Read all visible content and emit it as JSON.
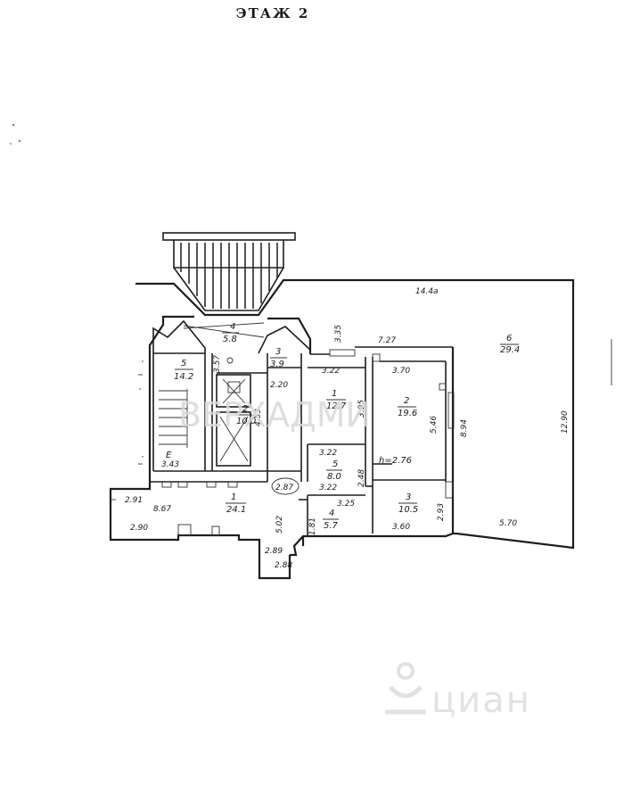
{
  "title": "ЭТАЖ 2",
  "rooms": [
    {
      "id": "room-1-24",
      "num": "1",
      "area": "24.1"
    },
    {
      "id": "room-1-127",
      "num": "1",
      "area": "12.7"
    },
    {
      "id": "room-2-196",
      "num": "2",
      "area": "19.6"
    },
    {
      "id": "room-2-100",
      "num": "2",
      "area": "10.0"
    },
    {
      "id": "room-3-105",
      "num": "3",
      "area": "10.5"
    },
    {
      "id": "room-3-39",
      "num": "3",
      "area": "3.9"
    },
    {
      "id": "room-4-58",
      "num": "4",
      "area": "5.8"
    },
    {
      "id": "room-4-57",
      "num": "4",
      "area": "5.7"
    },
    {
      "id": "room-5-142",
      "num": "5",
      "area": "14.2"
    },
    {
      "id": "room-5-80",
      "num": "5",
      "area": "8.0"
    },
    {
      "id": "room-6-294",
      "num": "6",
      "area": "29.4"
    },
    {
      "id": "room-e",
      "num": "Е",
      "area": "3.43"
    }
  ],
  "dimensions": [
    "14.4a",
    "7.27",
    "3.22",
    "3.70",
    "3.22",
    "2.20",
    "4.53",
    "3.95",
    "5.46",
    "8.94",
    "12.90",
    "3.22",
    "2.48",
    "2.93",
    "3.25",
    "3.60",
    "5.70",
    "2.91",
    "8.67",
    "2.90",
    "2.87",
    "5.02",
    "1.81",
    "2.89",
    "2.88",
    "3.35",
    "3.57"
  ],
  "height_note": "h=2.76",
  "watermarks": [
    "ВЕРХАДМИ",
    "циан"
  ]
}
